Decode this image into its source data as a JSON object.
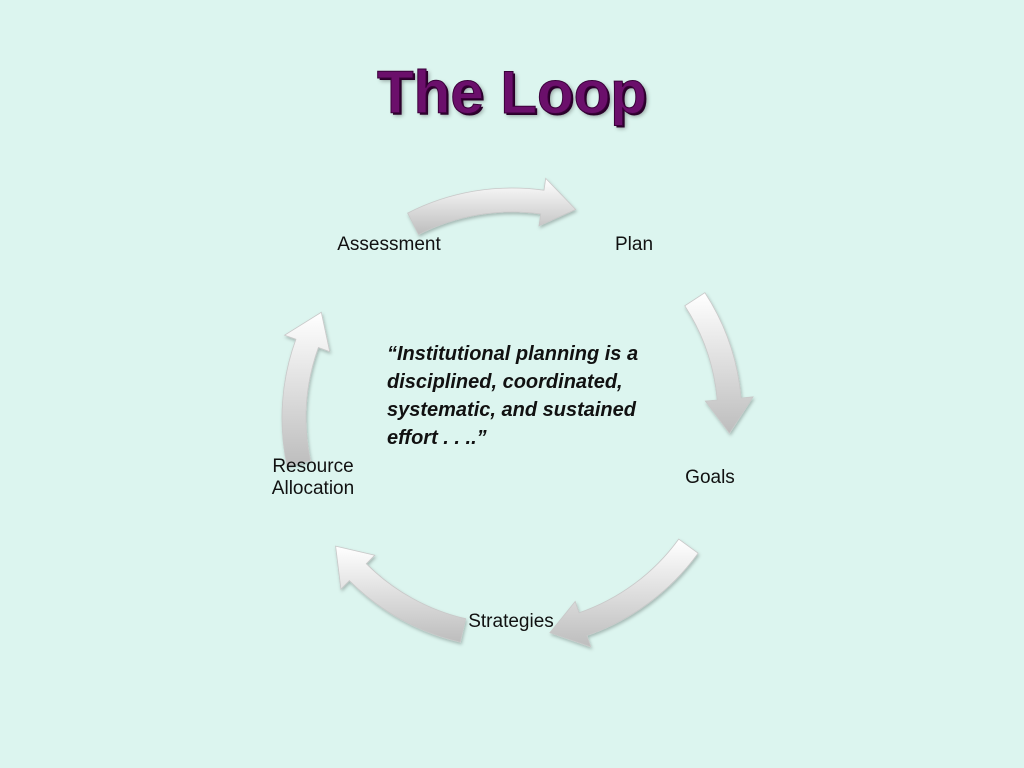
{
  "slide": {
    "title": "The Loop"
  },
  "cycle": {
    "nodes": [
      {
        "id": "plan",
        "label": "Plan"
      },
      {
        "id": "goals",
        "label": "Goals"
      },
      {
        "id": "strategies",
        "label": "Strategies"
      },
      {
        "id": "resource-allocation",
        "label": "Resource\nAllocation"
      },
      {
        "id": "assessment",
        "label": "Assessment"
      }
    ],
    "direction": "clockwise",
    "arrow_style": "curved-gradient-white-gray"
  },
  "quote": {
    "text": "“Institutional planning is a disciplined, coordinated, systematic, and sustained effort . . ..”"
  },
  "colors": {
    "background": "#dcf5ef",
    "title": "#6b0f6b",
    "arrow_light": "#ffffff",
    "arrow_dark": "#bdbdbd"
  }
}
